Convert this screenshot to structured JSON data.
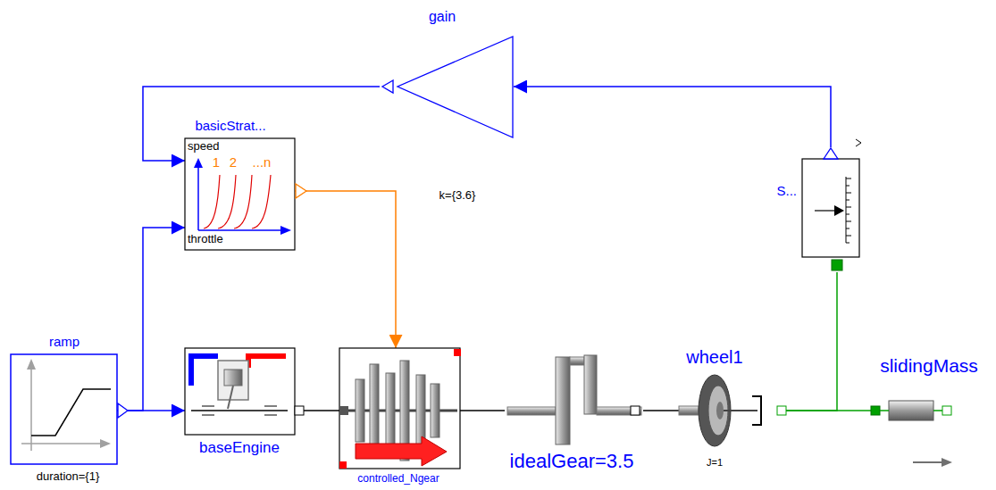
{
  "diagram": {
    "nodes": [
      {
        "text": [
          "gain",
          "k={3.6}"
        ]
      },
      {
        "text": [
          "basicStrat...",
          "speed",
          "1",
          "2",
          "...n",
          "throttle"
        ]
      },
      {
        "text": [
          "S..."
        ]
      },
      {
        "text": [
          "ramp",
          "duration={1}"
        ]
      },
      {
        "text": [
          "baseEngine"
        ]
      },
      {
        "text": [
          "controlled_Ngear"
        ]
      },
      {
        "text": [
          "idealGear=3.5"
        ]
      },
      {
        "text": [
          "wheel1",
          "J=1"
        ]
      },
      {
        "text": [
          "slidingMass"
        ]
      }
    ],
    "edges": [
      {
        "from": 3,
        "to": 4,
        "arrow": "to"
      },
      {
        "from": 3,
        "to": 1,
        "arrow": "to"
      },
      {
        "from": 1,
        "to": 5,
        "arrow": "to"
      },
      {
        "from": 2,
        "to": 0,
        "arrow": "to"
      },
      {
        "from": 0,
        "to": 1,
        "arrow": "to"
      },
      {
        "from": 4,
        "to": 5,
        "arrow": "none"
      },
      {
        "from": 5,
        "to": 6,
        "arrow": "none"
      },
      {
        "from": 6,
        "to": 7,
        "arrow": "none"
      },
      {
        "from": 7,
        "to": 8,
        "arrow": "none"
      },
      {
        "from": 7,
        "to": 2,
        "arrow": "none"
      }
    ]
  }
}
